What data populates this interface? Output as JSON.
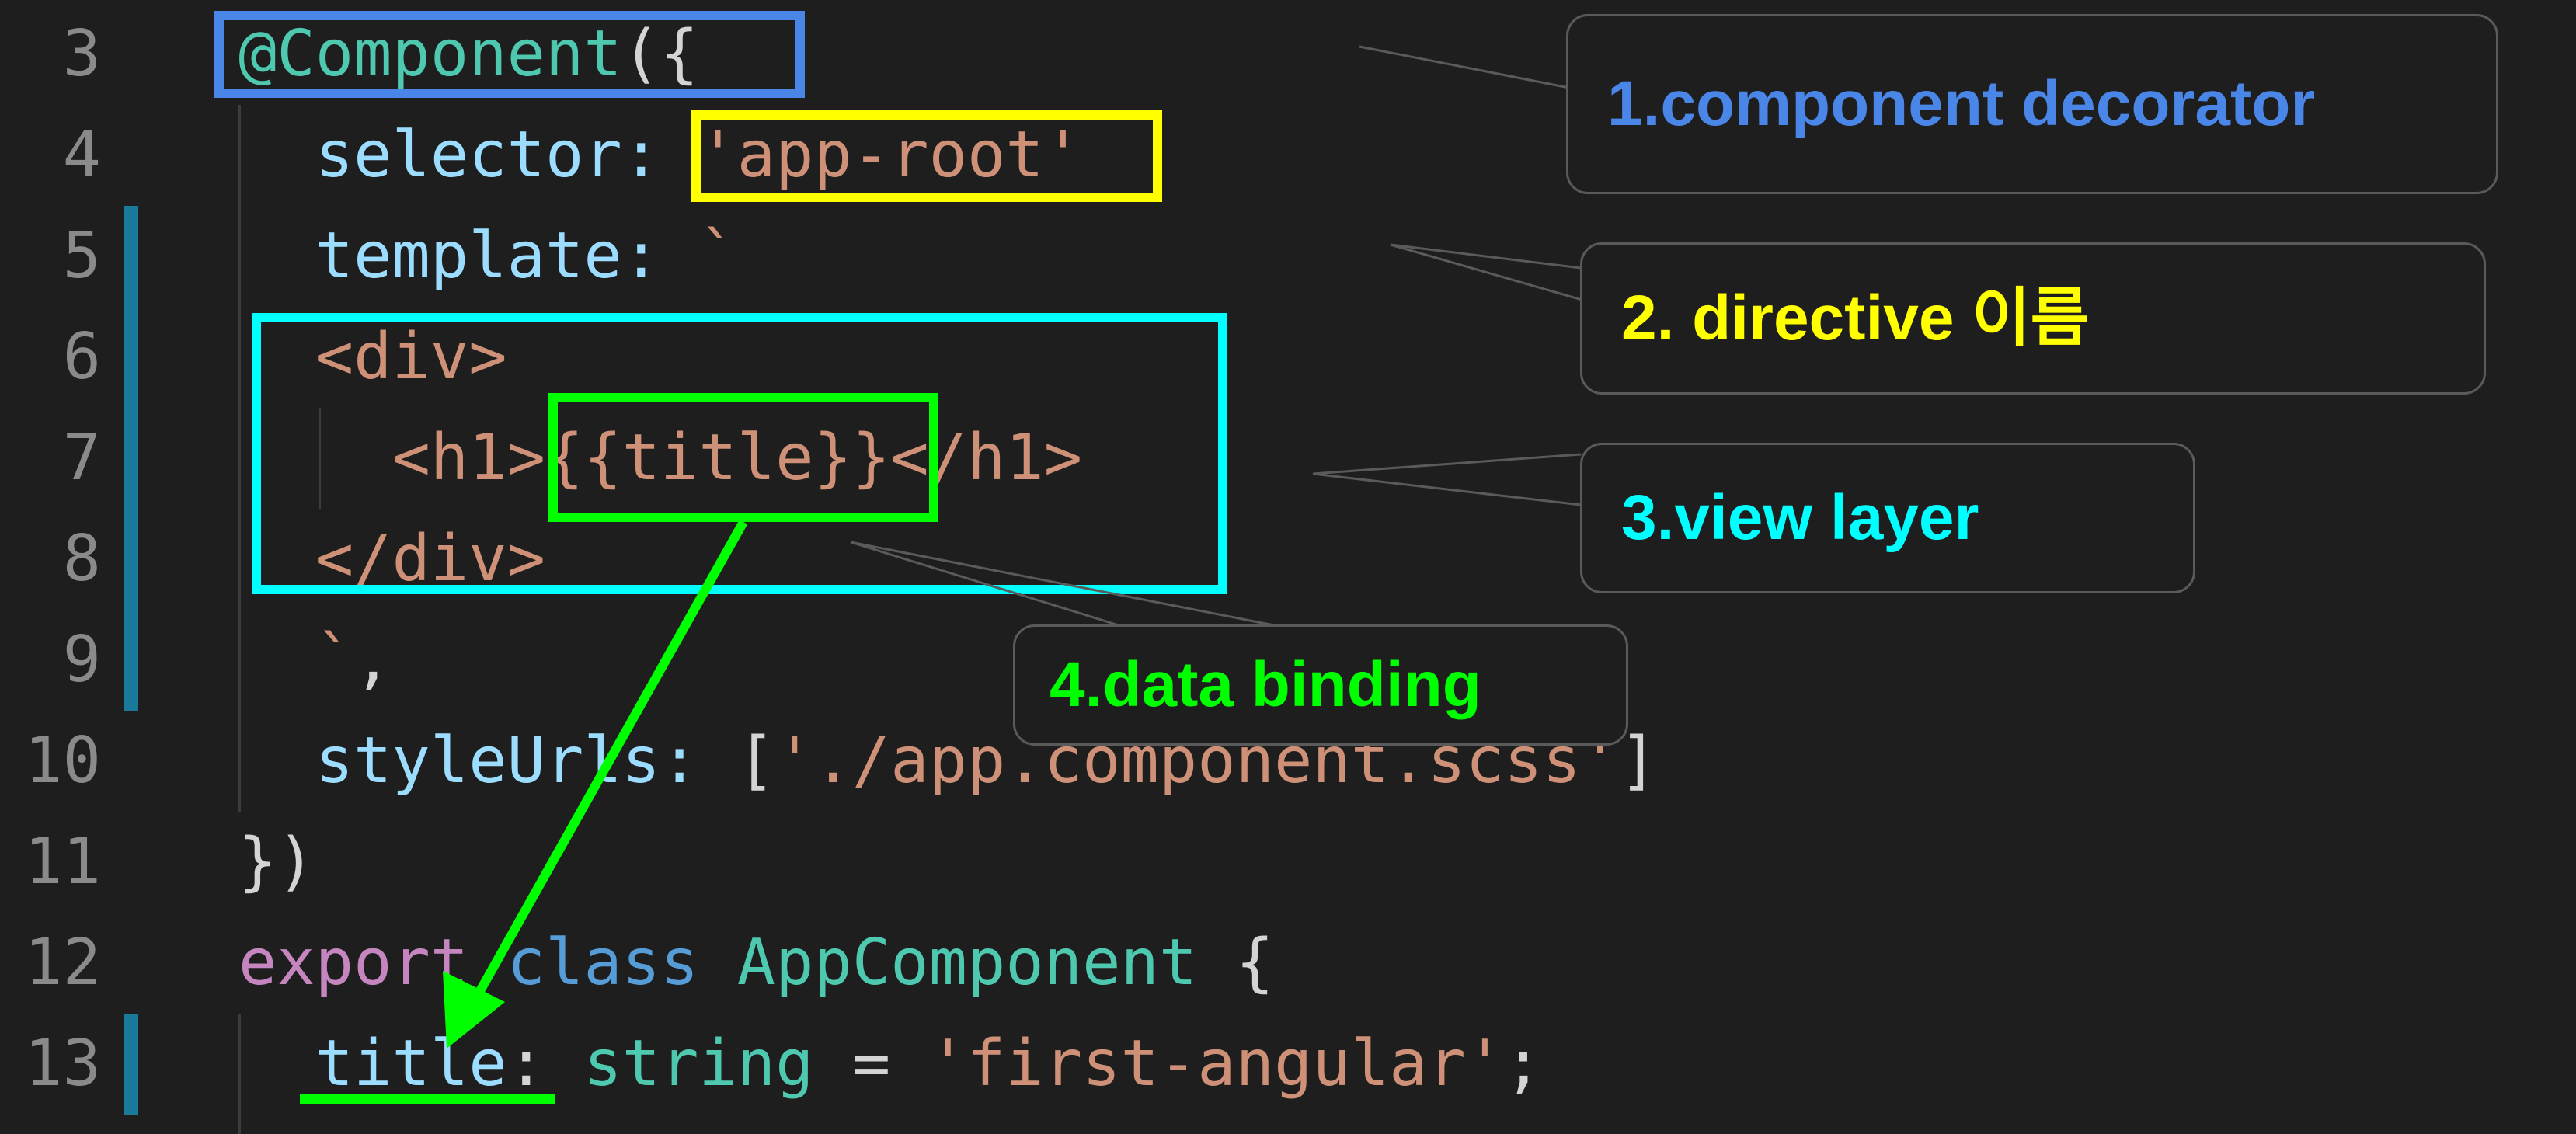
{
  "editor": {
    "lines": [
      {
        "number": "3",
        "tokens": [
          {
            "text": "@Component",
            "cls": "t-dec"
          },
          {
            "text": "({",
            "cls": "t-punc"
          }
        ]
      },
      {
        "number": "4",
        "tokens": [
          {
            "text": "  selector: ",
            "cls": "t-key"
          },
          {
            "text": "'app-root'",
            "cls": "t-str"
          }
        ]
      },
      {
        "number": "5",
        "tokens": [
          {
            "text": "  template: ",
            "cls": "t-key"
          },
          {
            "text": "`",
            "cls": "t-str"
          }
        ]
      },
      {
        "number": "6",
        "tokens": [
          {
            "text": "  <div>",
            "cls": "t-tag"
          }
        ]
      },
      {
        "number": "7",
        "tokens": [
          {
            "text": "    <h1>",
            "cls": "t-tag"
          },
          {
            "text": "{{title}}",
            "cls": "t-tag"
          },
          {
            "text": "</h1>",
            "cls": "t-tag"
          }
        ]
      },
      {
        "number": "8",
        "tokens": [
          {
            "text": "  </div>",
            "cls": "t-tag"
          }
        ]
      },
      {
        "number": "9",
        "tokens": [
          {
            "text": "  `",
            "cls": "t-str"
          },
          {
            "text": ",",
            "cls": "t-punc"
          }
        ]
      },
      {
        "number": "10",
        "tokens": [
          {
            "text": "  styleUrls: ",
            "cls": "t-key"
          },
          {
            "text": "[",
            "cls": "t-punc"
          },
          {
            "text": "'./app.component.scss'",
            "cls": "t-str"
          },
          {
            "text": "]",
            "cls": "t-punc"
          }
        ]
      },
      {
        "number": "11",
        "tokens": [
          {
            "text": "})",
            "cls": "t-punc"
          }
        ]
      },
      {
        "number": "12",
        "tokens": [
          {
            "text": "export ",
            "cls": "t-kw"
          },
          {
            "text": "class ",
            "cls": "t-kw2"
          },
          {
            "text": "AppComponent",
            "cls": "t-cls"
          },
          {
            "text": " {",
            "cls": "t-punc"
          }
        ]
      },
      {
        "number": "13",
        "tokens": [
          {
            "text": "  title",
            "cls": "t-prop"
          },
          {
            "text": ": ",
            "cls": "t-punc"
          },
          {
            "text": "string",
            "cls": "t-type"
          },
          {
            "text": " = ",
            "cls": "t-punc"
          },
          {
            "text": "'first-angular'",
            "cls": "t-str"
          },
          {
            "text": ";",
            "cls": "t-punc"
          }
        ]
      }
    ]
  },
  "annotations": {
    "component_decorator": {
      "label": "1.component decorator",
      "color": "#4a86e8"
    },
    "directive_name": {
      "label": "2. directive 이름",
      "color": "#ffff00"
    },
    "view_layer": {
      "label": "3.view layer",
      "color": "#00ffff"
    },
    "data_binding": {
      "label": "4.data binding",
      "color": "#00ff00"
    }
  },
  "colors": {
    "background": "#1e1e1e",
    "line_number": "#8a8a8a",
    "gutter_modified": "#1b7a9a"
  }
}
